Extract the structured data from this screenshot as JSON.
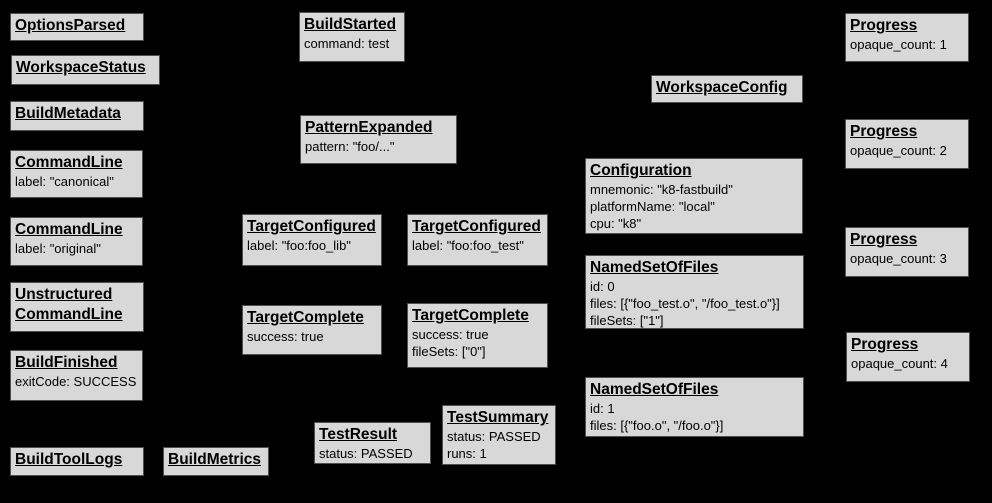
{
  "diagram": {
    "kind": "build-event-graph",
    "background_color": "#000000",
    "node_fill_color": "#d8d8d8",
    "node_border_color": "#4f4f4f",
    "node_text_color": "#000000"
  },
  "nodes": [
    {
      "id": "options-parsed",
      "title": "OptionsParsed",
      "lines": []
    },
    {
      "id": "workspace-status",
      "title": "WorkspaceStatus",
      "lines": []
    },
    {
      "id": "build-metadata",
      "title": "BuildMetadata",
      "lines": []
    },
    {
      "id": "command-line-canonical",
      "title": "CommandLine",
      "lines": [
        "label: \"canonical\""
      ]
    },
    {
      "id": "command-line-original",
      "title": "CommandLine",
      "lines": [
        "label: \"original\""
      ]
    },
    {
      "id": "unstructured-command-line",
      "title": "Unstructured",
      "title2": "CommandLine",
      "lines": []
    },
    {
      "id": "build-finished",
      "title": "BuildFinished",
      "lines": [
        "exitCode: SUCCESS"
      ]
    },
    {
      "id": "build-tool-logs",
      "title": "BuildToolLogs",
      "lines": []
    },
    {
      "id": "build-metrics",
      "title": "BuildMetrics",
      "lines": []
    },
    {
      "id": "build-started",
      "title": "BuildStarted",
      "lines": [
        "command: test"
      ]
    },
    {
      "id": "pattern-expanded",
      "title": "PatternExpanded",
      "lines": [
        "pattern: \"foo/...\""
      ]
    },
    {
      "id": "target-configured-foo-lib",
      "title": "TargetConfigured",
      "lines": [
        "label: \"foo:foo_lib\""
      ]
    },
    {
      "id": "target-configured-foo-test",
      "title": "TargetConfigured",
      "lines": [
        "label: \"foo:foo_test\""
      ]
    },
    {
      "id": "target-complete-lib",
      "title": "TargetComplete",
      "lines": [
        "success: true"
      ]
    },
    {
      "id": "target-complete-test",
      "title": "TargetComplete",
      "lines": [
        "success: true",
        "fileSets: [\"0\"]"
      ]
    },
    {
      "id": "test-result",
      "title": "TestResult",
      "lines": [
        "status: PASSED"
      ]
    },
    {
      "id": "test-summary",
      "title": "TestSummary",
      "lines": [
        "status: PASSED",
        "runs: 1"
      ]
    },
    {
      "id": "workspace-config",
      "title": "WorkspaceConfig",
      "lines": []
    },
    {
      "id": "configuration",
      "title": "Configuration",
      "lines": [
        "mnemonic: \"k8-fastbuild\"",
        "platformName: \"local\"",
        "cpu: \"k8\""
      ]
    },
    {
      "id": "named-set-of-files-0",
      "title": "NamedSetOfFiles",
      "lines": [
        "id: 0",
        "files: [{\"foo_test.o\", \"/foo_test.o\"}]",
        "fileSets: [\"1\"]"
      ]
    },
    {
      "id": "named-set-of-files-1",
      "title": "NamedSetOfFiles",
      "lines": [
        "id: 1",
        "files: [{\"foo.o\", \"/foo.o\"}]"
      ]
    },
    {
      "id": "progress-1",
      "title": "Progress",
      "lines": [
        "opaque_count: 1"
      ]
    },
    {
      "id": "progress-2",
      "title": "Progress",
      "lines": [
        "opaque_count: 2"
      ]
    },
    {
      "id": "progress-3",
      "title": "Progress",
      "lines": [
        "opaque_count: 3"
      ]
    },
    {
      "id": "progress-4",
      "title": "Progress",
      "lines": [
        "opaque_count: 4"
      ]
    }
  ]
}
